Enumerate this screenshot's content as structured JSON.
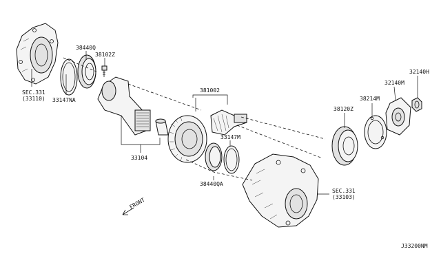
{
  "labels": {
    "sec331_top": "SEC.331",
    "sec331_top_code": "(33110)",
    "part_33147NA": "33147NA",
    "part_38440Q": "38440Q",
    "part_38102Z": "38102Z",
    "part_381002": "381002",
    "part_33147M": "33147M",
    "part_38440QA": "38440QA",
    "part_33104": "33104",
    "part_38120Z": "38120Z",
    "part_38214M": "38214M",
    "part_32140M": "32140M",
    "part_32140H": "32140H",
    "sec331_bottom": "SEC.331",
    "sec331_bottom_code": "(33103)",
    "front": "FRONT",
    "diagram_id": "J33200NM"
  }
}
